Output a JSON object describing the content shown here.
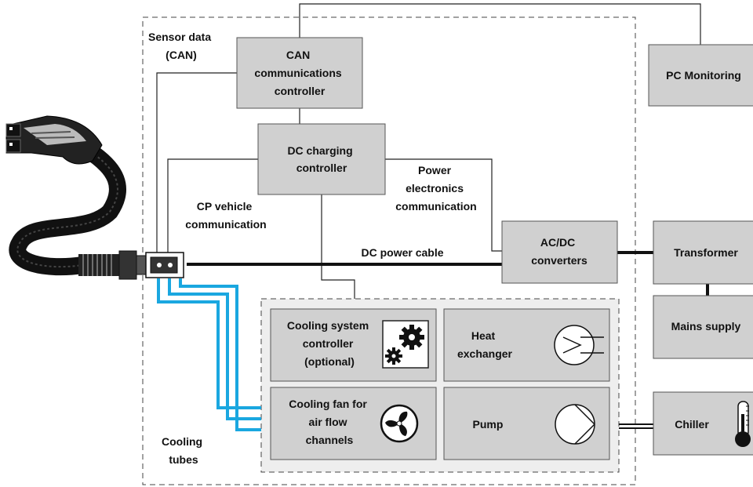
{
  "labels": {
    "sensor_data": [
      "Sensor data",
      "(CAN)"
    ],
    "can_controller": [
      "CAN",
      "communications",
      "controller"
    ],
    "dc_charging": [
      "DC charging",
      "controller"
    ],
    "power_electronics": [
      "Power",
      "electronics",
      "communication"
    ],
    "cp_vehicle": [
      "CP vehicle",
      "communication"
    ],
    "dc_power_cable": "DC power cable",
    "ac_dc": [
      "AC/DC",
      "converters"
    ],
    "pc_monitoring": "PC Monitoring",
    "transformer": "Transformer",
    "mains_supply": "Mains supply",
    "cooling_controller": [
      "Cooling system",
      "controller",
      "(optional)"
    ],
    "heat_exchanger": [
      "Heat",
      "exchanger"
    ],
    "cooling_fan": [
      "Cooling fan for",
      "air flow",
      "channels"
    ],
    "pump": "Pump",
    "chiller": "Chiller",
    "cooling_tubes": [
      "Cooling",
      "tubes"
    ]
  },
  "icons": {
    "gears": "gears-icon",
    "heat_exchanger": "heat-exchanger-icon",
    "fan": "fan-icon",
    "pump": "pump-icon",
    "thermometer": "thermometer-icon",
    "connector": "charging-connector-icon"
  },
  "colors": {
    "box_fill": "#d0d0d0",
    "cooling_tube": "#1aa7e0",
    "line": "#222222",
    "cooling_area": "#eeeeee"
  }
}
